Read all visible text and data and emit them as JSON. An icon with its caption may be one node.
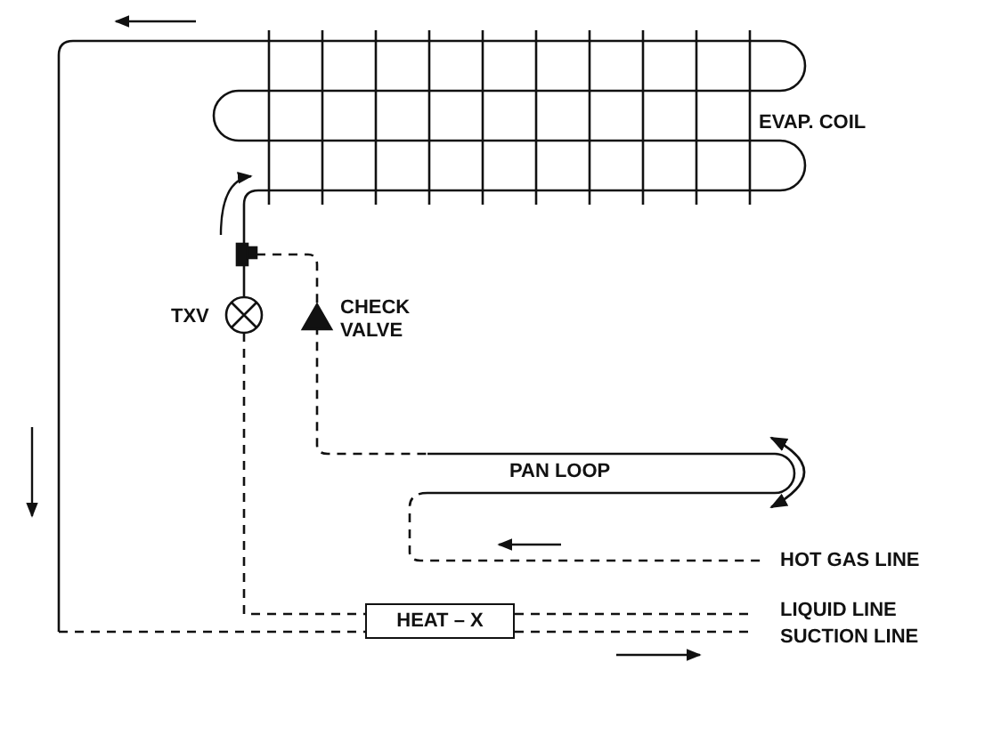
{
  "diagram": {
    "nodes": [
      {
        "text": [
          "HEAT – X"
        ]
      }
    ],
    "labels": [
      "EVAP. COIL",
      "TXV",
      "CHECK VALVE",
      "PAN LOOP",
      "HOT GAS LINE",
      "LIQUID LINE",
      "SUCTION LINE"
    ]
  }
}
